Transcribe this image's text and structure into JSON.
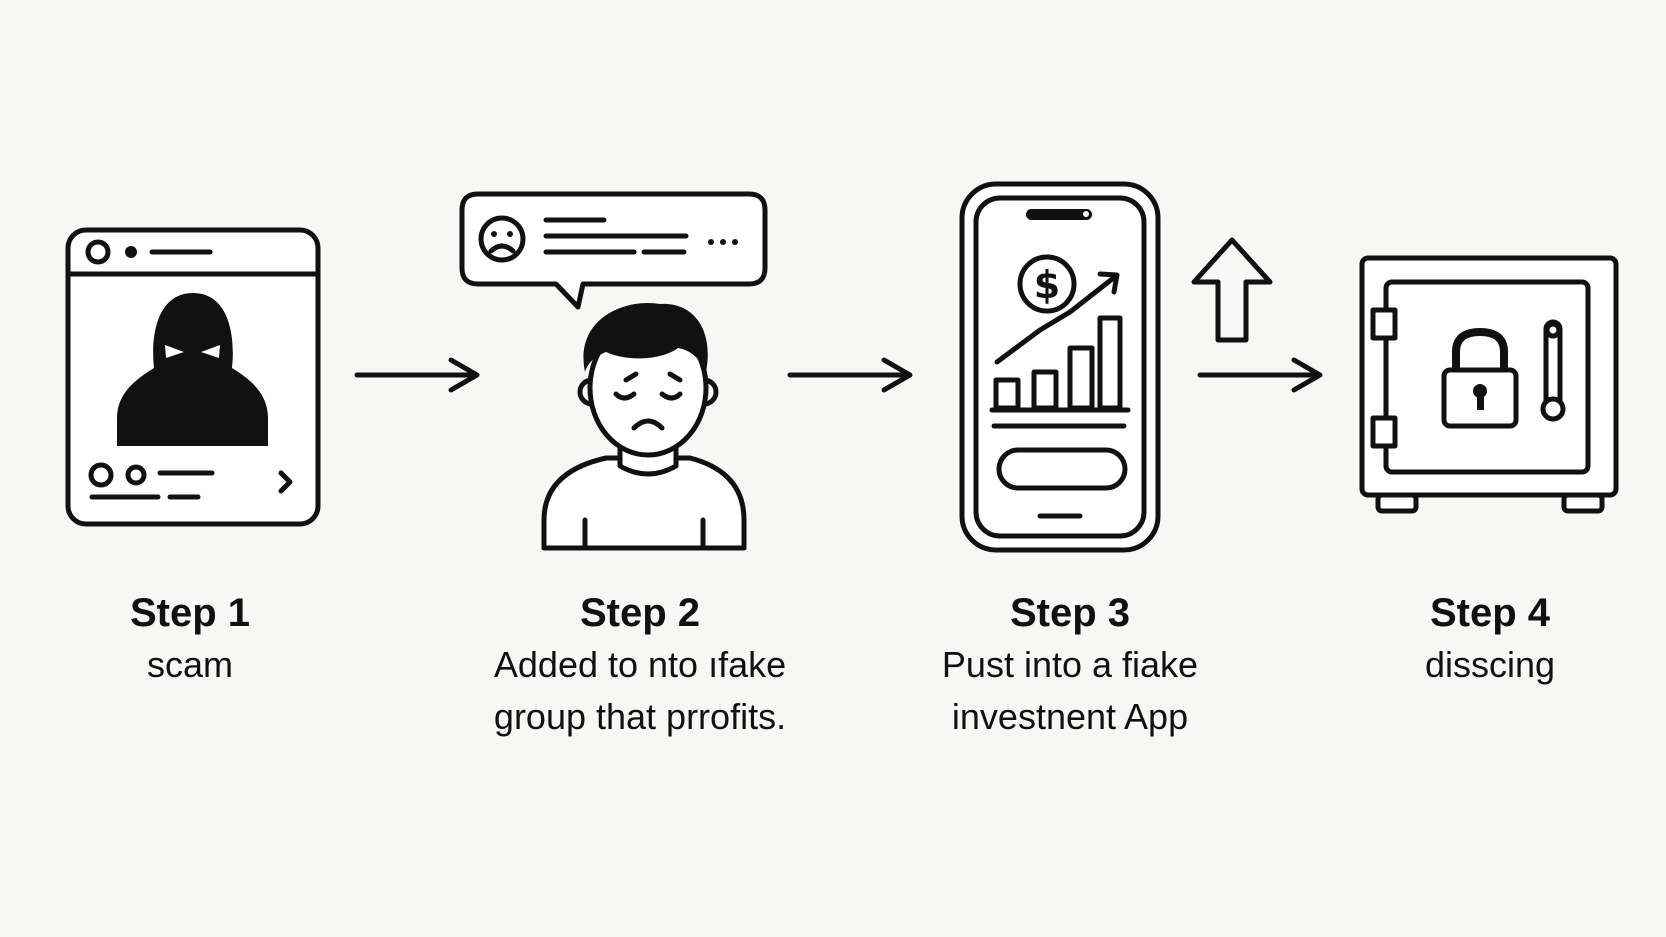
{
  "steps": [
    {
      "title": "Step 1",
      "description": "scam",
      "icon": "hooded-scammer-profile-icon"
    },
    {
      "title": "Step 2",
      "description": "Added to nto ıfake\ngroup  that  prrofits.",
      "icon": "sad-person-chat-icon"
    },
    {
      "title": "Step 3",
      "description": "Pust into a fiake\ninvestnent App",
      "icon": "investment-app-phone-icon"
    },
    {
      "title": "Step 4",
      "description": "disscing",
      "icon": "locked-safe-icon"
    }
  ],
  "colors": {
    "ink": "#111111",
    "background": "#f7f7f5",
    "screen_fill": "#ffffff"
  }
}
